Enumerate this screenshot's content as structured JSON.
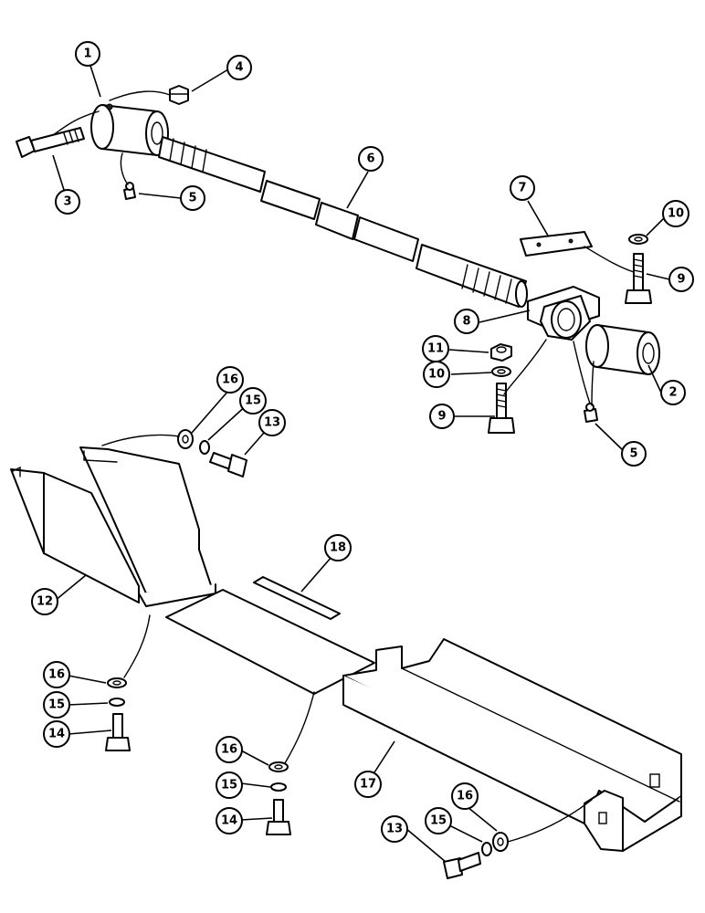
{
  "diagram": {
    "callouts": [
      {
        "id": "c1",
        "label": "1"
      },
      {
        "id": "c4",
        "label": "4"
      },
      {
        "id": "c3",
        "label": "3"
      },
      {
        "id": "c5a",
        "label": "5"
      },
      {
        "id": "c6",
        "label": "6"
      },
      {
        "id": "c7",
        "label": "7"
      },
      {
        "id": "c10a",
        "label": "10"
      },
      {
        "id": "c9a",
        "label": "9"
      },
      {
        "id": "c8",
        "label": "8"
      },
      {
        "id": "c11",
        "label": "11"
      },
      {
        "id": "c10b",
        "label": "10"
      },
      {
        "id": "c2",
        "label": "2"
      },
      {
        "id": "c9b",
        "label": "9"
      },
      {
        "id": "c5b",
        "label": "5"
      },
      {
        "id": "c16a",
        "label": "16"
      },
      {
        "id": "c15a",
        "label": "15"
      },
      {
        "id": "c13a",
        "label": "13"
      },
      {
        "id": "c18",
        "label": "18"
      },
      {
        "id": "c12",
        "label": "12"
      },
      {
        "id": "c16b",
        "label": "16"
      },
      {
        "id": "c15b",
        "label": "15"
      },
      {
        "id": "c14a",
        "label": "14"
      },
      {
        "id": "c16c",
        "label": "16"
      },
      {
        "id": "c15c",
        "label": "15"
      },
      {
        "id": "c14b",
        "label": "14"
      },
      {
        "id": "c17",
        "label": "17"
      },
      {
        "id": "c13b",
        "label": "13"
      },
      {
        "id": "c15d",
        "label": "15"
      },
      {
        "id": "c16d",
        "label": "16"
      }
    ]
  }
}
